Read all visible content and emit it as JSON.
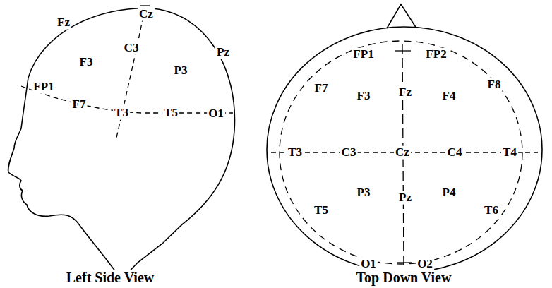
{
  "diagram": {
    "labels": [
      "Fz",
      "Cz",
      "F3",
      "C3",
      "P3",
      "Pz",
      "FP1",
      "F7",
      "T3",
      "T5",
      "O1",
      "Left Side View",
      "FP1",
      "FP2",
      "F7",
      "F3",
      "Fz",
      "F4",
      "F8",
      "T3",
      "C3",
      "Cz",
      "C4",
      "T4",
      "P3",
      "Pz",
      "P4",
      "T5",
      "T6",
      "O1",
      "O2",
      "Top Down View"
    ]
  }
}
